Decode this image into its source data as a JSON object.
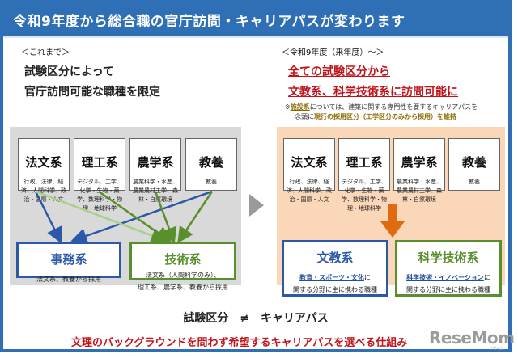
{
  "title": "令和9年度から総合職の官庁訪問・キャリアパスが変わります",
  "left": {
    "heading": "＜これまで＞",
    "line1": "試験区分によって",
    "line2": "官庁訪問可能な職種を限定",
    "subjects": [
      {
        "name": "法文系",
        "desc": "行政、法律、経済、人間科学、政治・国際・人文"
      },
      {
        "name": "理工系",
        "desc": "デジタル、工学、化学・生物・薬学、数理科学・物理・地球科学"
      },
      {
        "name": "農学系",
        "desc": "農業科学・水産、農業農村工学、森林・自然環境"
      },
      {
        "name": "教養",
        "desc": "教養"
      }
    ],
    "tracks": [
      {
        "name": "事務系",
        "desc": "法文系、教養から採用"
      },
      {
        "name": "技術系",
        "desc1": "法文系（人間科学のみ）、",
        "desc2": "理工系、農学系、教養から採用"
      }
    ]
  },
  "right": {
    "heading": "＜令和9年度（来年度）～＞",
    "line1": "全ての試験区分から",
    "line2": "文教系、科学技術系に訪問可能に",
    "note1_pre": "※",
    "note1_em": "施設系",
    "note1_post": "については、建築に関する専門性を要するキャリアパスを",
    "note2_pre": "念頭に",
    "note2_em": "現行の採用区分（工学区分のみから採用）を維持",
    "subjects": [
      {
        "name": "法文系",
        "desc": "行政、法律、経済、人間科学、政治・国際・人文"
      },
      {
        "name": "理工系",
        "desc": "デジタル、工学、化学・生物・薬学、数理科学・物理・地球科学"
      },
      {
        "name": "農学系",
        "desc": "農業科学・水産、農業農村工学、森林・自然環境"
      },
      {
        "name": "教養",
        "desc": "教養"
      }
    ],
    "tracks": [
      {
        "name": "文教系",
        "hl": "教育・スポーツ・文化",
        "suffix": "に",
        "desc2": "関する分野に主に携わる職種"
      },
      {
        "name": "科学技術系",
        "hl": "科学技術・イノベーション",
        "suffix": "に",
        "desc2": "関する分野に主に携わる職種"
      }
    ]
  },
  "footer": {
    "line1": "試験区分　≠　キャリアパス",
    "line2": "文理のバックグラウンドを問わず希望するキャリアパスを選べる仕組み"
  },
  "logo": {
    "text": "ReseMom",
    "sub": "リセマム"
  },
  "colors": {
    "brand_blue": "#2f6fb5",
    "jimu_blue": "#2c58a8",
    "gijutsu_green": "#5a8f2e",
    "arrow_orange": "#e06a10",
    "red": "#c0141a"
  }
}
